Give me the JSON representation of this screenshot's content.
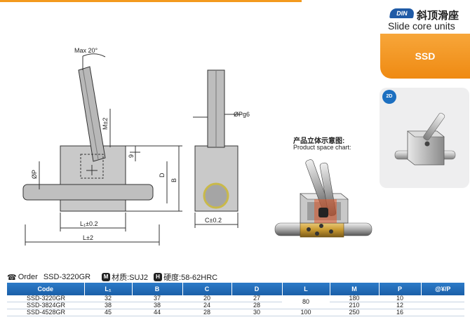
{
  "header": {
    "badge": "DIN",
    "title_cn": "斜顶滑座",
    "title_en": "Slide core units",
    "tab_label": "SSD",
    "thumb_badge": "2D"
  },
  "drawing": {
    "max_angle": "Max 20°",
    "m_label": "M±2",
    "p_label": "ØP",
    "d_label": "D",
    "b_label": "B",
    "nine_label": "9",
    "pg6_label": "ØPg6",
    "l1_label": "L₁±0.2",
    "l_label": "L±2",
    "c_label": "C±0.2"
  },
  "product_chart": {
    "title_cn": "产品立体示意图:",
    "title_en": "Product space chart:"
  },
  "order": {
    "order_label": "Order",
    "order_code": "SSD-3220GR",
    "material": "材质:SUJ2",
    "material_icon": "M",
    "hardness": "硬度:58-62HRC",
    "hardness_icon": "H"
  },
  "table": {
    "headers": [
      "Code",
      "L₁",
      "B",
      "C",
      "D",
      "L",
      "M",
      "P",
      "@¥/P"
    ],
    "rows": [
      {
        "code": "SSD-3220GR",
        "l1": "32",
        "b": "37",
        "c": "20",
        "d": "27",
        "m": "180",
        "p": "10",
        "price": ""
      },
      {
        "code": "SSD-3824GR",
        "l1": "38",
        "b": "38",
        "c": "24",
        "d": "28",
        "m": "210",
        "p": "12",
        "price": ""
      },
      {
        "code": "SSD-4528GR",
        "l1": "45",
        "b": "44",
        "c": "28",
        "d": "30",
        "m": "250",
        "p": "16",
        "price": ""
      }
    ],
    "l_merged": "80",
    "l_last": "100"
  },
  "colors": {
    "accent_orange": "#f39a1e",
    "table_blue": "#1a5fa8",
    "badge_blue": "#1f5aa6"
  }
}
